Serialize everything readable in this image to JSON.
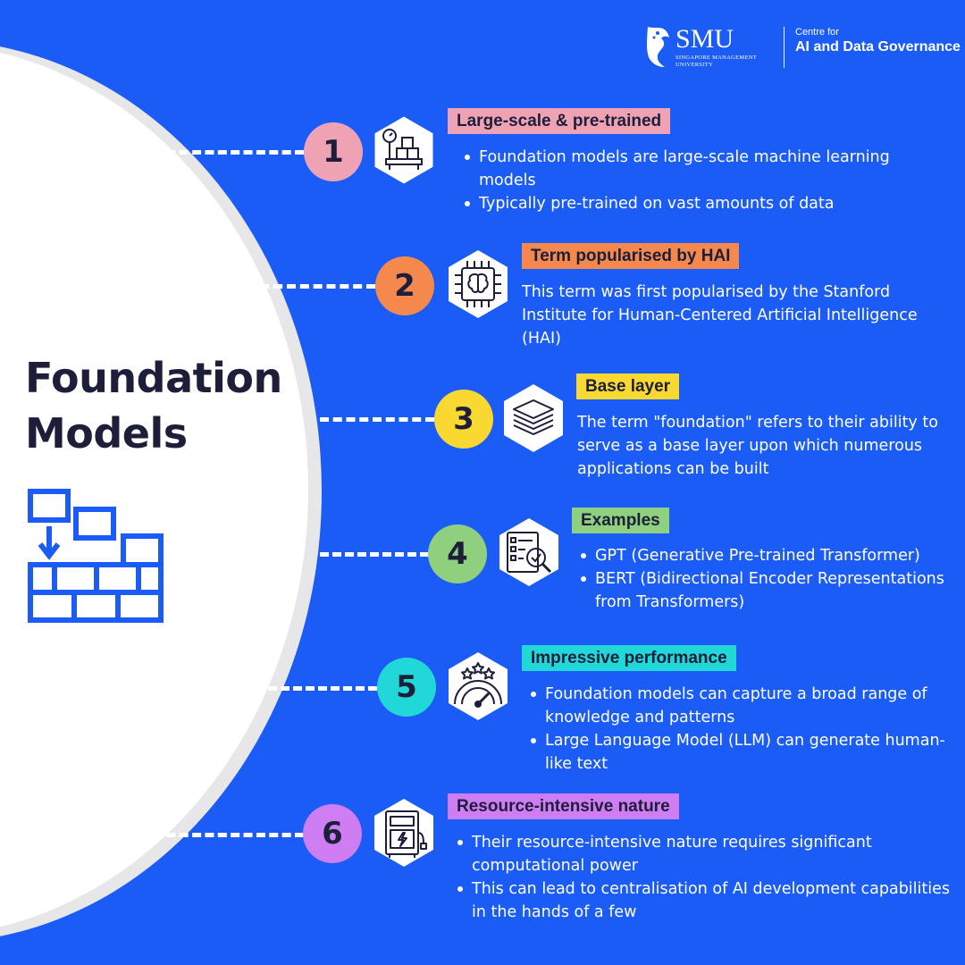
{
  "title_lines": [
    "Foundation",
    "Models"
  ],
  "logo": {
    "name": "SMU",
    "subtitle_line1": "SINGAPORE MANAGEMENT",
    "subtitle_line2": "UNIVERSITY",
    "centre_small": "Centre for",
    "centre": "AI and Data Governance"
  },
  "colors": {
    "background": "#1a5cf5",
    "item1": "#f0a2b5",
    "item2": "#f5894d",
    "item3": "#f9d931",
    "item4": "#8ed07d",
    "item5": "#22d7d8",
    "item6": "#cf7df3"
  },
  "items": [
    {
      "number": "1",
      "icon": "weighing-scale-boxes-icon",
      "heading": "Large-scale & pre-trained",
      "bullets": [
        "Foundation models are large-scale machine learning models",
        "Typically pre-trained on vast amounts of data"
      ]
    },
    {
      "number": "2",
      "icon": "ai-brain-chip-icon",
      "heading": "Term  popularised by HAI",
      "text": "This term was first popularised by the Stanford Institute for Human-Centered Artificial Intelligence (HAI)"
    },
    {
      "number": "3",
      "icon": "layers-icon",
      "heading": "Base layer",
      "text": "The term \"foundation\" refers to their ability to serve as a base layer upon which numerous applications can be built"
    },
    {
      "number": "4",
      "icon": "checklist-magnifier-icon",
      "heading": "Examples",
      "bullets": [
        "GPT (Generative Pre-trained Transformer)",
        "BERT (Bidirectional Encoder Representations from Transformers)"
      ]
    },
    {
      "number": "5",
      "icon": "performance-gauge-stars-icon",
      "heading": "Impressive performance",
      "bullets": [
        "Foundation models can capture a broad range of knowledge and patterns",
        "Large Language Model (LLM) can generate human-like text"
      ]
    },
    {
      "number": "6",
      "icon": "power-supply-icon",
      "heading": "Resource-intensive nature",
      "bullets": [
        "Their resource-intensive nature requires significant computational power",
        "This can lead to centralisation of AI development capabilities in the hands of a few"
      ]
    }
  ]
}
